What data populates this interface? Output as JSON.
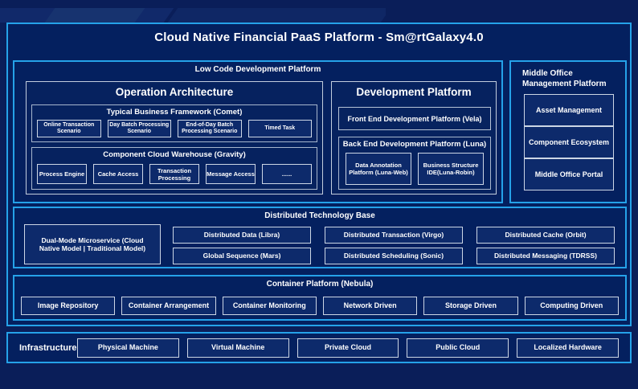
{
  "title": "Cloud Native Financial PaaS Platform - Sm@rtGalaxy4.0",
  "low_code": {
    "title": "Low Code Development Platform",
    "operation_architecture": {
      "title": "Operation Architecture",
      "comet": {
        "title": "Typical Business Framework (Comet)",
        "items": [
          "Online Transaction Scenario",
          "Day Batch Processing Scenario",
          "End-of-Day Batch Processing Scenario",
          "Timed Task"
        ]
      },
      "gravity": {
        "title": "Component Cloud Warehouse (Gravity)",
        "items": [
          "Process Engine",
          "Cache Access",
          "Transaction Processing",
          "Message Access",
          "......"
        ]
      }
    },
    "development_platform": {
      "title": "Development Platform",
      "front_end": "Front End Development Platform (Vela)",
      "back_end": {
        "title": "Back End Development Platform (Luna)",
        "items": [
          "Data Annotation Platform (Luna-Web)",
          "Business Structure IDE(Luna-Robin)"
        ]
      }
    }
  },
  "middle_office": {
    "title": "Middle Office Management Platform",
    "items": [
      "Asset Management",
      "Component Ecosystem",
      "Middle Office Portal"
    ]
  },
  "distributed": {
    "title": "Distributed Technology Base",
    "dual_mode": "Dual-Mode Microservice (Cloud Native Model | Traditional Model)",
    "items": [
      "Distributed Data (Libra)",
      "Distributed Transaction (Virgo)",
      "Distributed Cache (Orbit)",
      "Global Sequence (Mars)",
      "Distributed Scheduling (Sonic)",
      "Distributed Messaging (TDRSS)"
    ]
  },
  "container_platform": {
    "title": "Container Platform (Nebula)",
    "items": [
      "Image Repository",
      "Container Arrangement",
      "Container Monitoring",
      "Network Driven",
      "Storage Driven",
      "Computing Driven"
    ]
  },
  "infrastructure": {
    "title": "Infrastructure",
    "items": [
      "Physical Machine",
      "Virtual Machine",
      "Private Cloud",
      "Public Cloud",
      "Localized Hardware"
    ]
  },
  "colors": {
    "background": "#0a1e59",
    "accent_border": "#25a2e9",
    "box_border": "#ccd6e5",
    "text": "#ffffff"
  }
}
